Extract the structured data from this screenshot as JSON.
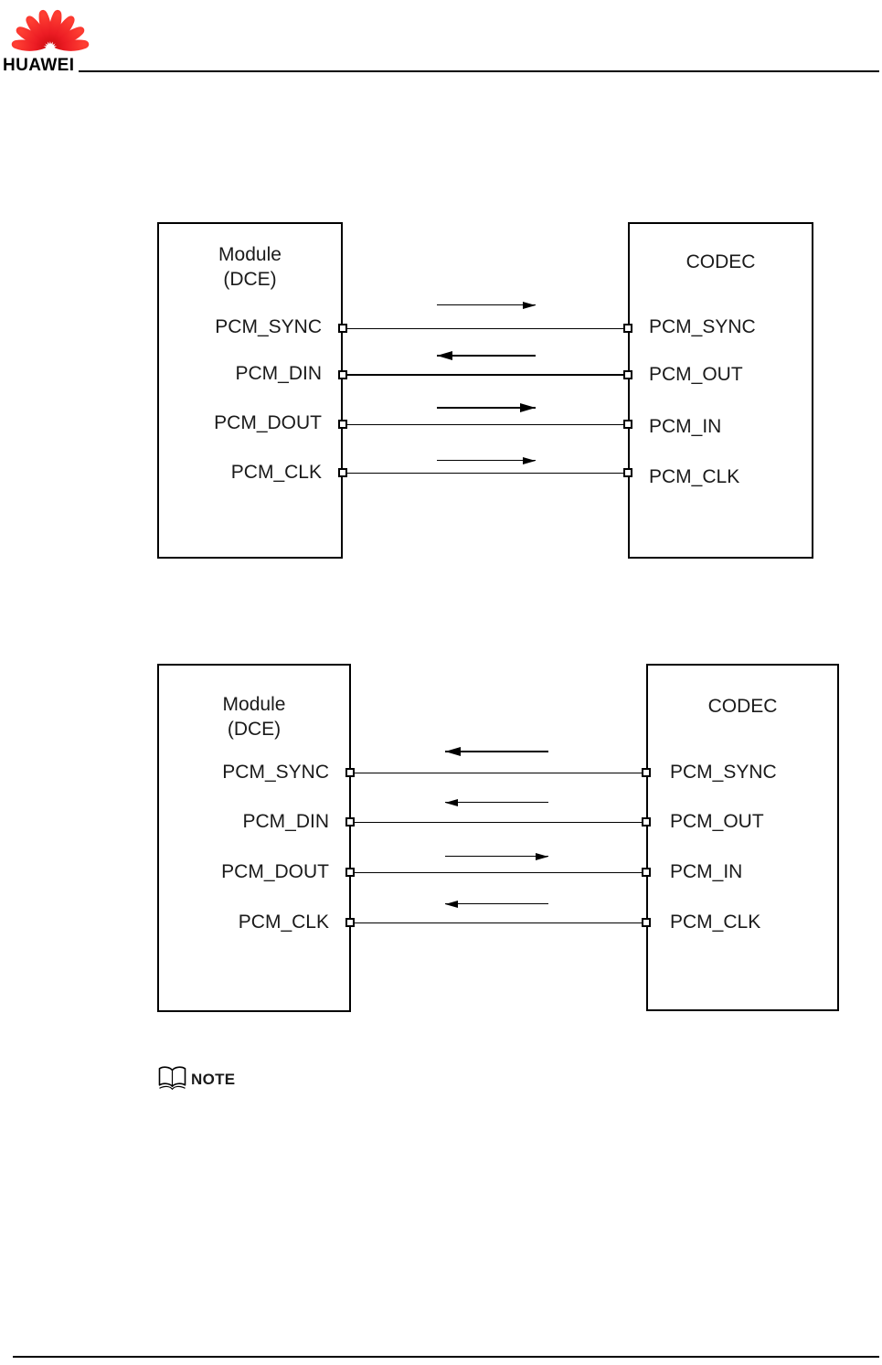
{
  "header": {
    "brand_wordmark": "HUAWEI",
    "logo_icon": "huawei-flower-logo-icon",
    "logo_color": "#e60012"
  },
  "figure_pcm_primary": {
    "left_box": {
      "title_line1": "Module",
      "title_line2": "(DCE)"
    },
    "right_box": {
      "title": "CODEC"
    },
    "rows": [
      {
        "left_label": "PCM_SYNC",
        "right_label": "PCM_SYNC",
        "direction": "module-to-codec",
        "arrow_weight": "thin",
        "line_weight": "thin"
      },
      {
        "left_label": "PCM_DIN",
        "right_label": "PCM_OUT",
        "direction": "codec-to-module",
        "arrow_weight": "thick",
        "line_weight": "thick"
      },
      {
        "left_label": "PCM_DOUT",
        "right_label": "PCM_IN",
        "direction": "module-to-codec",
        "arrow_weight": "thick",
        "line_weight": "thin"
      },
      {
        "left_label": "PCM_CLK",
        "right_label": "PCM_CLK",
        "direction": "module-to-codec",
        "arrow_weight": "thin",
        "line_weight": "thin"
      }
    ]
  },
  "figure_pcm_secondary": {
    "left_box": {
      "title_line1": "Module",
      "title_line2": "(DCE)"
    },
    "right_box": {
      "title": "CODEC"
    },
    "rows": [
      {
        "left_label": "PCM_SYNC",
        "right_label": "PCM_SYNC",
        "direction": "codec-to-module",
        "arrow_weight": "thick",
        "line_weight": "thin"
      },
      {
        "left_label": "PCM_DIN",
        "right_label": "PCM_OUT",
        "direction": "codec-to-module",
        "arrow_weight": "thin",
        "line_weight": "thin"
      },
      {
        "left_label": "PCM_DOUT",
        "right_label": "PCM_IN",
        "direction": "module-to-codec",
        "arrow_weight": "thin",
        "line_weight": "thin"
      },
      {
        "left_label": "PCM_CLK",
        "right_label": "PCM_CLK",
        "direction": "codec-to-module",
        "arrow_weight": "thin",
        "line_weight": "thin"
      }
    ]
  },
  "note": {
    "icon": "open-book-icon",
    "label": "NOTE"
  },
  "colors": {
    "ink": "#000000",
    "logo_red": "#e60012",
    "background": "#ffffff"
  }
}
